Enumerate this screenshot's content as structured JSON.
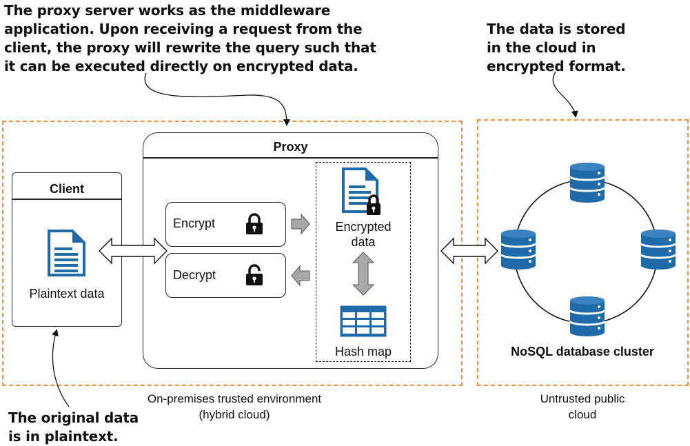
{
  "callouts": {
    "proxy": [
      "The proxy server works as the middleware",
      "application. Upon receiving a request from the",
      "client, the proxy will rewrite the query such that",
      "it can be executed directly on encrypted data."
    ],
    "cloud": [
      "The data is stored",
      "in the cloud in",
      "encrypted format."
    ],
    "client": [
      "The original data",
      "is in plaintext."
    ]
  },
  "client": {
    "title": "Client",
    "data_label": "Plaintext data",
    "icon": "document-icon"
  },
  "proxy": {
    "title": "Proxy",
    "encrypt_label": "Encrypt",
    "decrypt_label": "Decrypt",
    "encrypted_data_line1": "Encrypted",
    "encrypted_data_line2": "data",
    "hash_map_label": "Hash map",
    "icons": [
      "lock-closed-icon",
      "lock-open-icon",
      "encrypted-document-icon",
      "hash-table-icon"
    ]
  },
  "cloud": {
    "cluster_label": "NoSQL database cluster",
    "icon": "database-icon"
  },
  "zones": {
    "trusted_line1": "On-premises trusted environment",
    "trusted_line2": "(hybrid cloud)",
    "untrusted_line1": "Untrusted public",
    "untrusted_line2": "cloud"
  },
  "colors": {
    "zone_border": "#f0903c",
    "icon_blue": "#1f6aa8",
    "arrow_gray": "#a8a8a8"
  }
}
